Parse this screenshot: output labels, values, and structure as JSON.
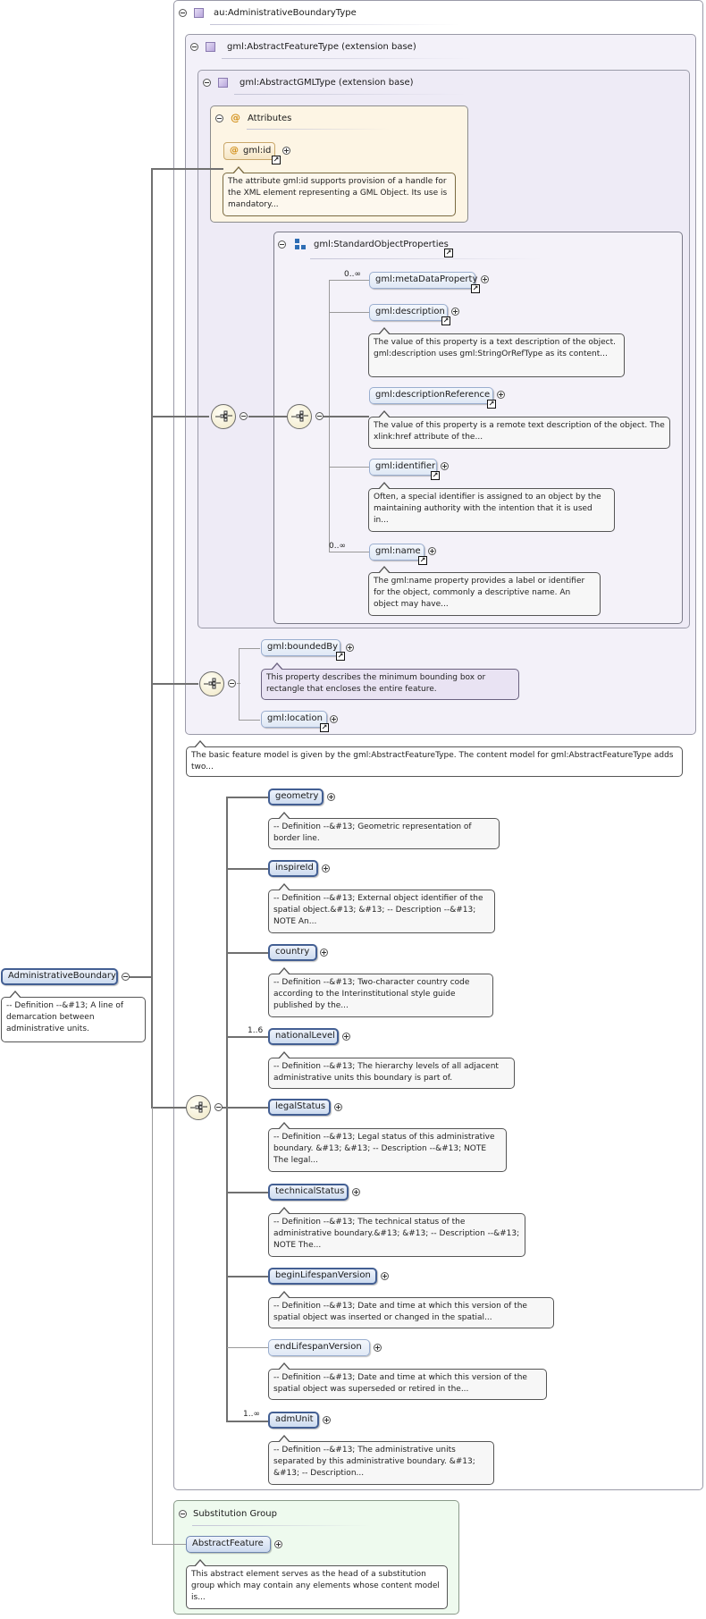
{
  "root": {
    "name": "AdministrativeBoundary",
    "doc": "-- Definition --&#13; A line of demarcation between administrative units."
  },
  "type_panel": {
    "title": "au:AdministrativeBoundaryType"
  },
  "feature_panel": {
    "title": "gml:AbstractFeatureType (extension base)",
    "doc": "The basic feature model is given by the gml:AbstractFeatureType. The content model for gml:AbstractFeatureType adds two..."
  },
  "gml_panel": {
    "title": "gml:AbstractGMLType (extension base)"
  },
  "attributes_panel": {
    "title": "Attributes",
    "attr_name": "gml:id",
    "attr_doc": "The attribute gml:id supports provision of a handle for the XML element representing a GML Object. Its use is mandatory..."
  },
  "std_props": {
    "title": "gml:StandardObjectProperties",
    "items": [
      {
        "name": "gml:metaDataProperty",
        "card": "0..∞",
        "doc": ""
      },
      {
        "name": "gml:description",
        "card": "",
        "doc": "The value of this property is a text description of the object. gml:description uses gml:StringOrRefType as its content..."
      },
      {
        "name": "gml:descriptionReference",
        "card": "",
        "doc": "The value of this property is a remote text description of the object. The xlink:href attribute of the..."
      },
      {
        "name": "gml:identifier",
        "card": "",
        "doc": "Often, a special identifier is assigned to an object by the maintaining authority with the intention that it is used in..."
      },
      {
        "name": "gml:name",
        "card": "0..∞",
        "doc": "The gml:name property provides a label or identifier for the object, commonly a descriptive name. An object may have..."
      }
    ]
  },
  "feature_props": {
    "items": [
      {
        "name": "gml:boundedBy",
        "doc": "This property describes the minimum bounding box or rectangle that encloses the entire feature."
      },
      {
        "name": "gml:location",
        "doc": ""
      }
    ]
  },
  "elements": [
    {
      "name": "geometry",
      "card": "",
      "doc": "-- Definition --&#13; Geometric representation of border line."
    },
    {
      "name": "inspireId",
      "card": "",
      "doc": "-- Definition --&#13; External object identifier of the spatial object.&#13; &#13; -- Description --&#13; NOTE An..."
    },
    {
      "name": "country",
      "card": "",
      "doc": "-- Definition --&#13; Two-character country code according to the Interinstitutional style guide published by the..."
    },
    {
      "name": "nationalLevel",
      "card": "1..6",
      "doc": "-- Definition --&#13; The hierarchy levels of all adjacent administrative units this boundary is part of."
    },
    {
      "name": "legalStatus",
      "card": "",
      "doc": "-- Definition --&#13; Legal status of this administrative boundary. &#13; &#13; -- Description --&#13; NOTE The legal..."
    },
    {
      "name": "technicalStatus",
      "card": "",
      "doc": "-- Definition --&#13; The technical status of the administrative boundary.&#13; &#13; -- Description --&#13; NOTE The..."
    },
    {
      "name": "beginLifespanVersion",
      "card": "",
      "doc": "-- Definition --&#13; Date and time at which this version of the spatial object was inserted or changed in the spatial..."
    },
    {
      "name": "endLifespanVersion",
      "card": "",
      "doc": "-- Definition --&#13; Date and time at which this version of the spatial object was superseded or retired in the..."
    },
    {
      "name": "admUnit",
      "card": "1..∞",
      "doc": "-- Definition --&#13; The administrative units separated by this administrative boundary. &#13; &#13; -- Description..."
    }
  ],
  "substitution": {
    "title": "Substitution Group",
    "name": "AbstractFeature",
    "doc": "This abstract element serves as the head of a substitution group which may contain any elements whose content model is..."
  },
  "colors": {
    "panel_bg": "#f3f1f9",
    "attr_bg": "#fdf5e4",
    "subst_bg": "#eefaee",
    "element_fill": "#d7e3f3",
    "connector": "#707070"
  }
}
